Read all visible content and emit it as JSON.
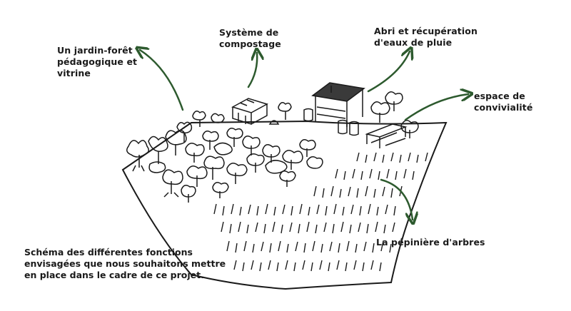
{
  "labels": {
    "jardin_foret": "Un jardin-forêt\npédagogique et\nvitrine",
    "compostage": "Système de\ncompostage",
    "abri": "Abri et récupération\nd'eaux de pluie",
    "convivialite": "espace de\nconvivialité",
    "pepiniere": "La pépinière d'arbres"
  },
  "caption": "Schéma des différentes fonctions\nenvisagées que nous souhaitons mettre\nen place dans le cadre de ce projet.",
  "colors": {
    "arrow": "#2d5a2e",
    "ink": "#1a1a1a"
  }
}
